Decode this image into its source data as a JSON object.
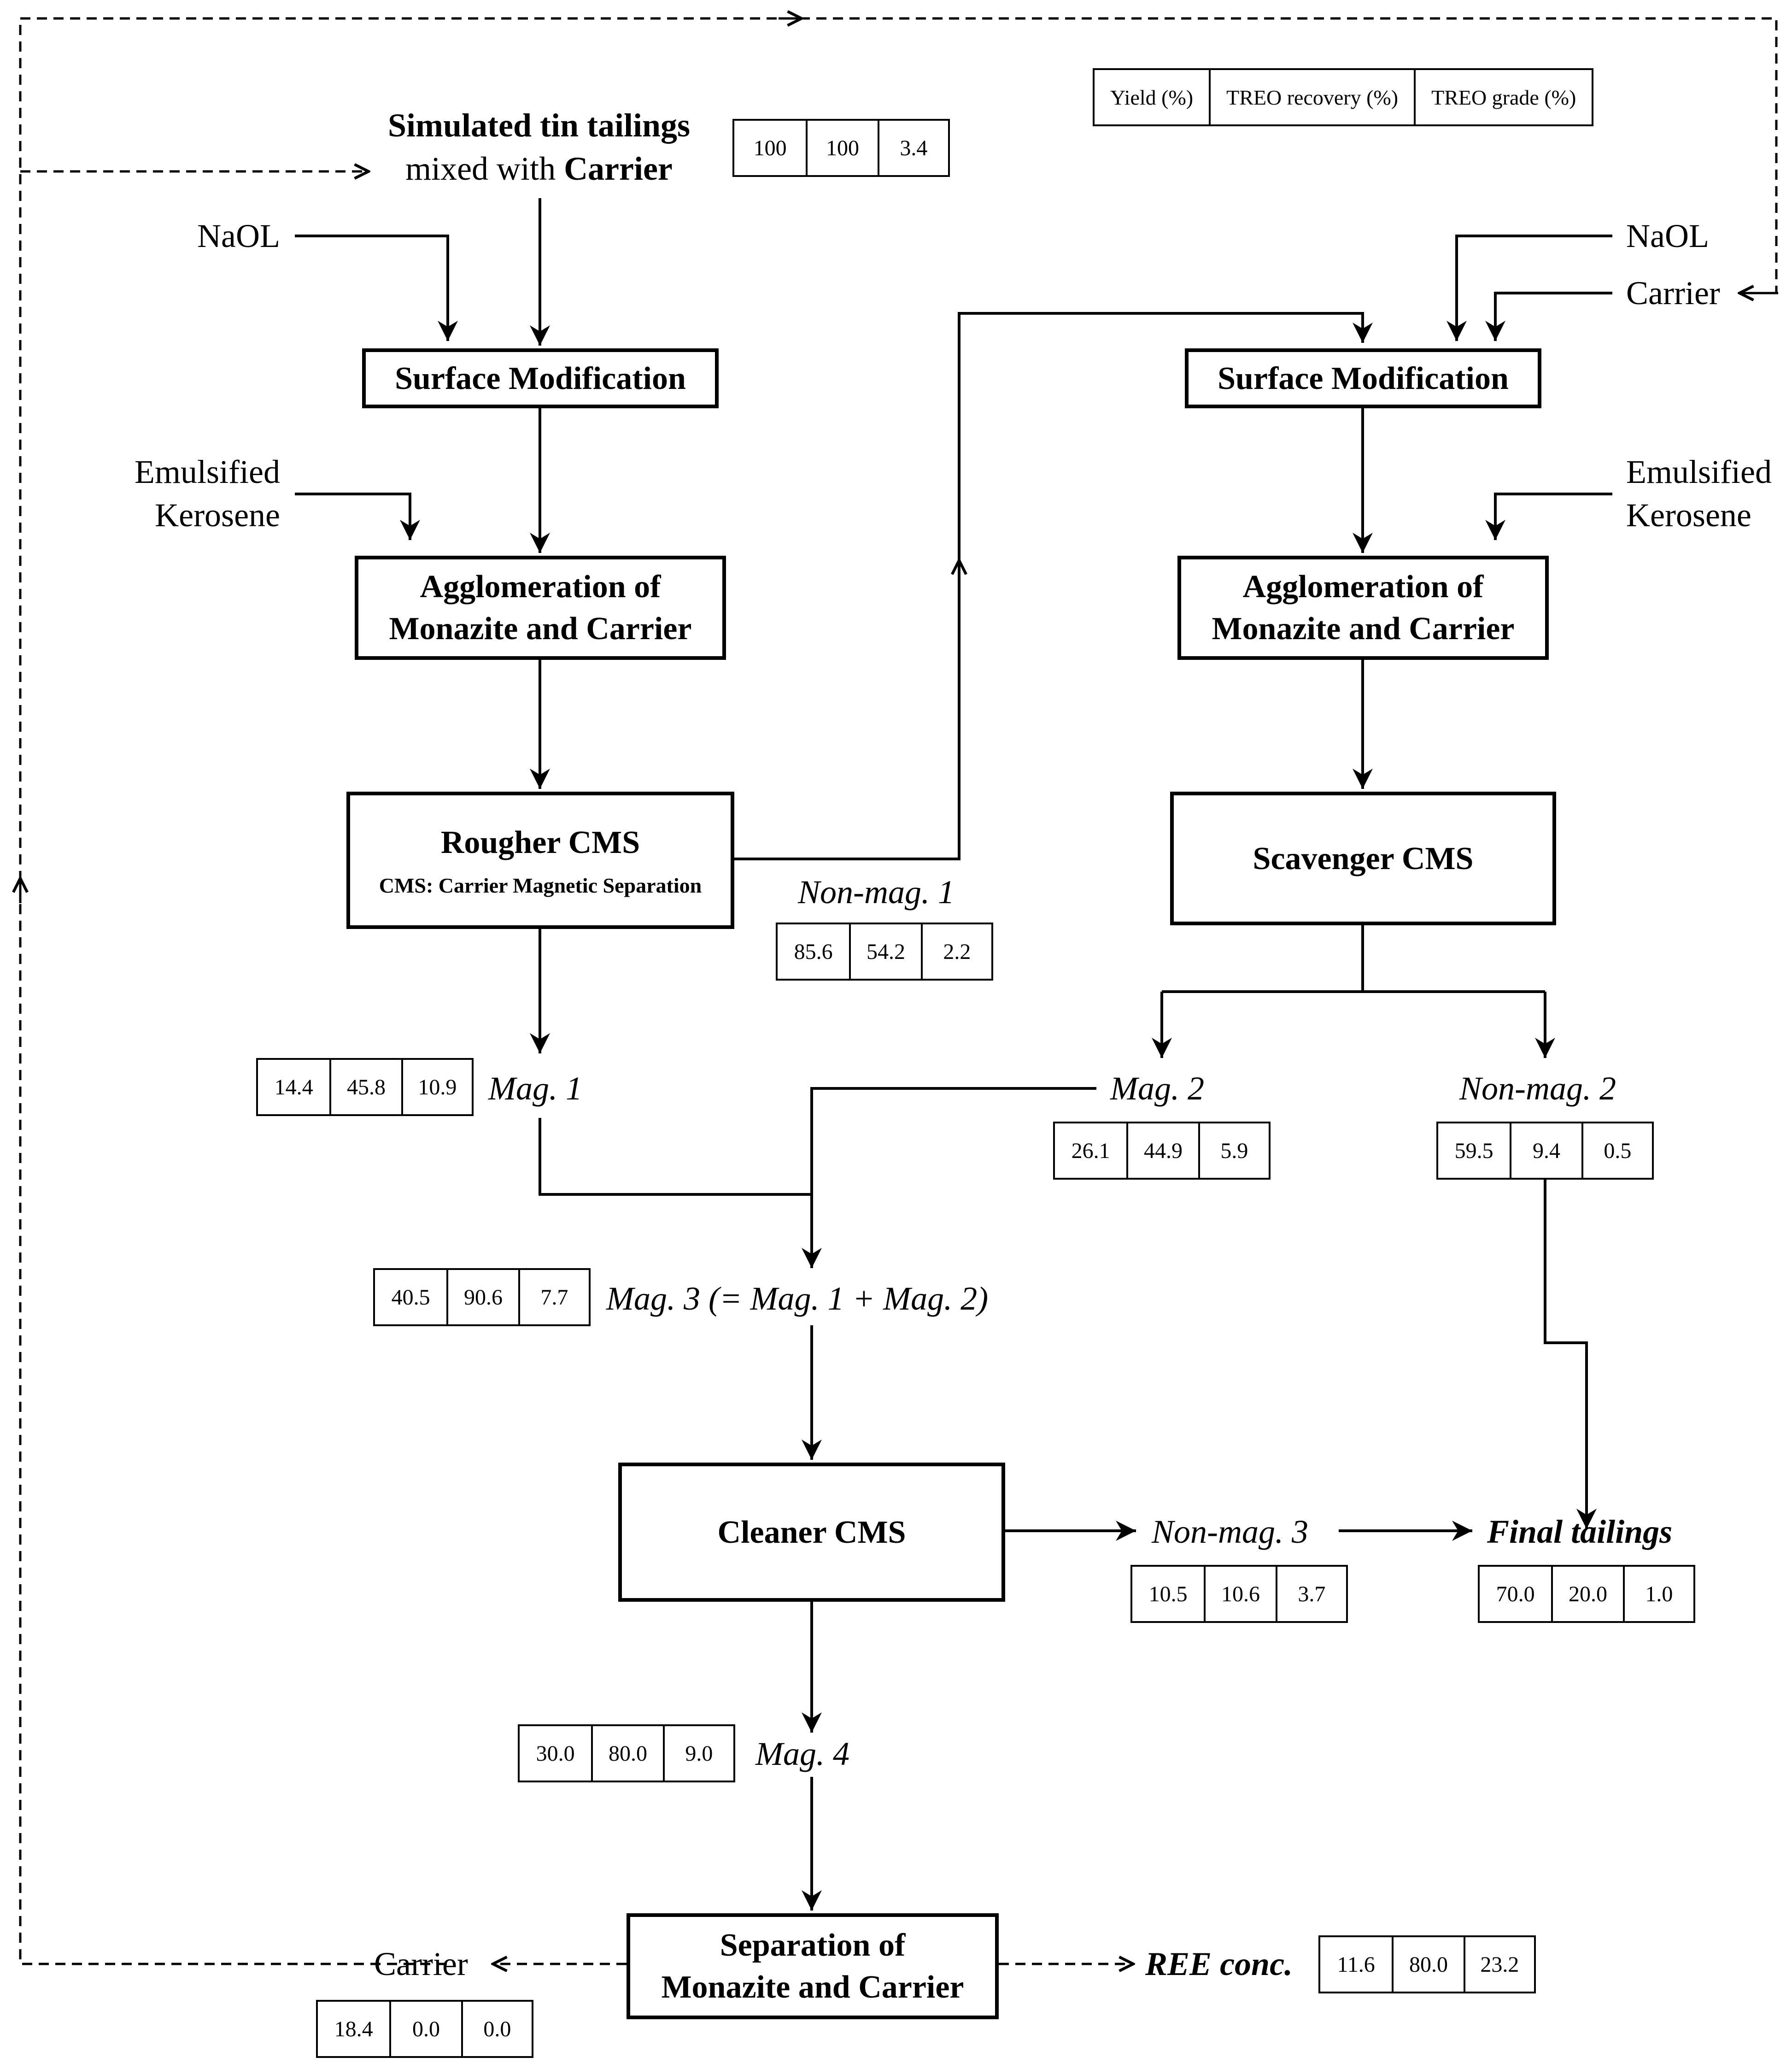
{
  "legend": [
    "Yield (%)",
    "TREO recovery (%)",
    "TREO grade (%)"
  ],
  "feed": {
    "line1": "Simulated tin tailings",
    "line2_prefix": "mixed with ",
    "line2_bold": "Carrier",
    "values": [
      "100",
      "100",
      "3.4"
    ]
  },
  "left_circuit": {
    "reagent_naol": "NaOL",
    "reagent_kerosene_1": "Emulsified",
    "reagent_kerosene_2": "Kerosene",
    "surface_mod": "Surface Modification",
    "agglomeration_1": "Agglomeration of",
    "agglomeration_2": "Monazite and Carrier",
    "rougher": "Rougher CMS",
    "rougher_note": "CMS: Carrier Magnetic Separation"
  },
  "right_circuit": {
    "reagent_naol": "NaOL",
    "reagent_carrier": "Carrier",
    "reagent_kerosene_1": "Emulsified",
    "reagent_kerosene_2": "Kerosene",
    "surface_mod": "Surface Modification",
    "agglomeration_1": "Agglomeration of",
    "agglomeration_2": "Monazite and Carrier",
    "scavenger": "Scavenger CMS"
  },
  "streams": {
    "nonmag1": {
      "label": "Non-mag. 1",
      "values": [
        "85.6",
        "54.2",
        "2.2"
      ]
    },
    "mag1": {
      "label": "Mag. 1",
      "values": [
        "14.4",
        "45.8",
        "10.9"
      ]
    },
    "mag2": {
      "label": "Mag. 2",
      "values": [
        "26.1",
        "44.9",
        "5.9"
      ]
    },
    "nonmag2": {
      "label": "Non-mag. 2",
      "values": [
        "59.5",
        "9.4",
        "0.5"
      ]
    },
    "mag3": {
      "label": "Mag. 3 (= Mag. 1 + Mag. 2)",
      "values": [
        "40.5",
        "90.6",
        "7.7"
      ]
    },
    "nonmag3": {
      "label": "Non-mag. 3",
      "values": [
        "10.5",
        "10.6",
        "3.7"
      ]
    },
    "final_tailings": {
      "label": "Final tailings",
      "values": [
        "70.0",
        "20.0",
        "1.0"
      ]
    },
    "mag4": {
      "label": "Mag. 4",
      "values": [
        "30.0",
        "80.0",
        "9.0"
      ]
    },
    "carrier_out": {
      "label": "Carrier",
      "values": [
        "18.4",
        "0.0",
        "0.0"
      ]
    },
    "ree_conc": {
      "label": "REE conc.",
      "values": [
        "11.6",
        "80.0",
        "23.2"
      ]
    }
  },
  "cleaner": "Cleaner CMS",
  "separation_1": "Separation of",
  "separation_2": "Monazite and Carrier"
}
